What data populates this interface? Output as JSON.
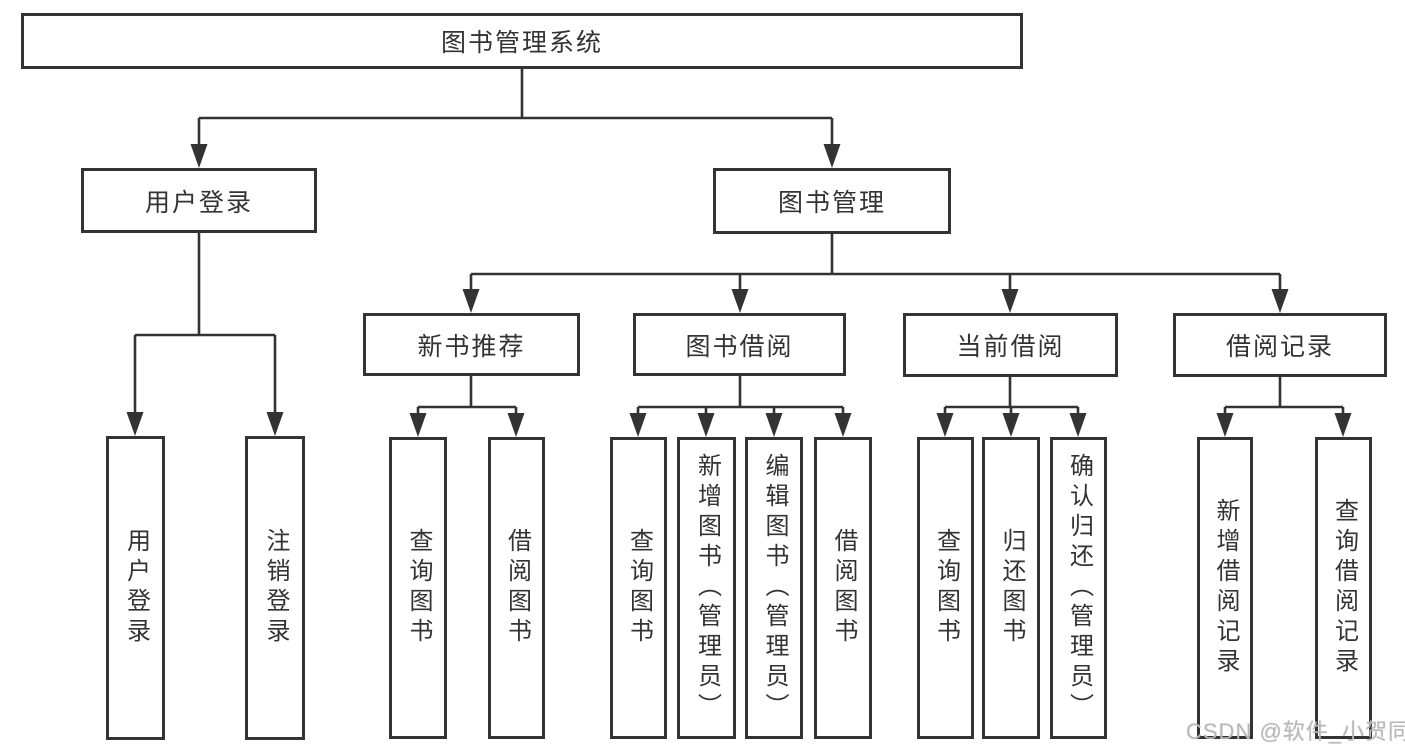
{
  "colors": {
    "line": "#333333",
    "border": "#333333",
    "text": "#333333",
    "watermark": "#b9b9b9",
    "bg": "#ffffff"
  },
  "watermark": {
    "text": "CSDN @软件_小贺同学"
  },
  "tree": {
    "root": "图书管理系统",
    "branches": [
      {
        "label": "用户登录",
        "children": [
          "用户登录",
          "注销登录"
        ]
      },
      {
        "label": "图书管理",
        "groups": [
          {
            "label": "新书推荐",
            "children": [
              "查询图书",
              "借阅图书"
            ]
          },
          {
            "label": "图书借阅",
            "children": [
              "查询图书",
              "新增图书（管理员）",
              "编辑图书（管理员）",
              "借阅图书"
            ]
          },
          {
            "label": "当前借阅",
            "children": [
              "查询图书",
              "归还图书",
              "确认归还（管理员）"
            ]
          },
          {
            "label": "借阅记录",
            "children": [
              "新增借阅记录",
              "查询借阅记录"
            ]
          }
        ]
      }
    ]
  }
}
